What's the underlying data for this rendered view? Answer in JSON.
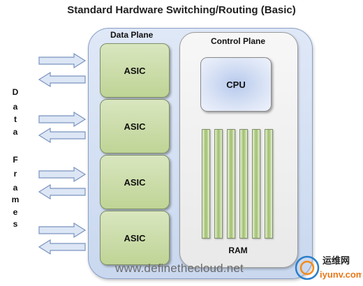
{
  "title": "Standard Hardware Switching/Routing (Basic)",
  "data_plane": {
    "label": "Data Plane",
    "asics": [
      "ASIC",
      "ASIC",
      "ASIC",
      "ASIC"
    ]
  },
  "control_plane": {
    "label": "Control Plane",
    "cpu_label": "CPU",
    "ram_label": "RAM"
  },
  "side_label": {
    "words": [
      "Data",
      "Frames"
    ],
    "letters": [
      "D",
      "a",
      "t",
      "a",
      "F",
      "r",
      "a",
      "m",
      "e",
      "s"
    ]
  },
  "watermark": "www.definethecloud.net",
  "logo": {
    "cn_text": "运维网",
    "domain": "iyunv.com"
  },
  "colors": {
    "arrow_fill": "#dce6f5",
    "arrow_stroke": "#7a93c0",
    "asic_green": "#c9dba6",
    "data_plane_blue": "#d3dff2"
  }
}
